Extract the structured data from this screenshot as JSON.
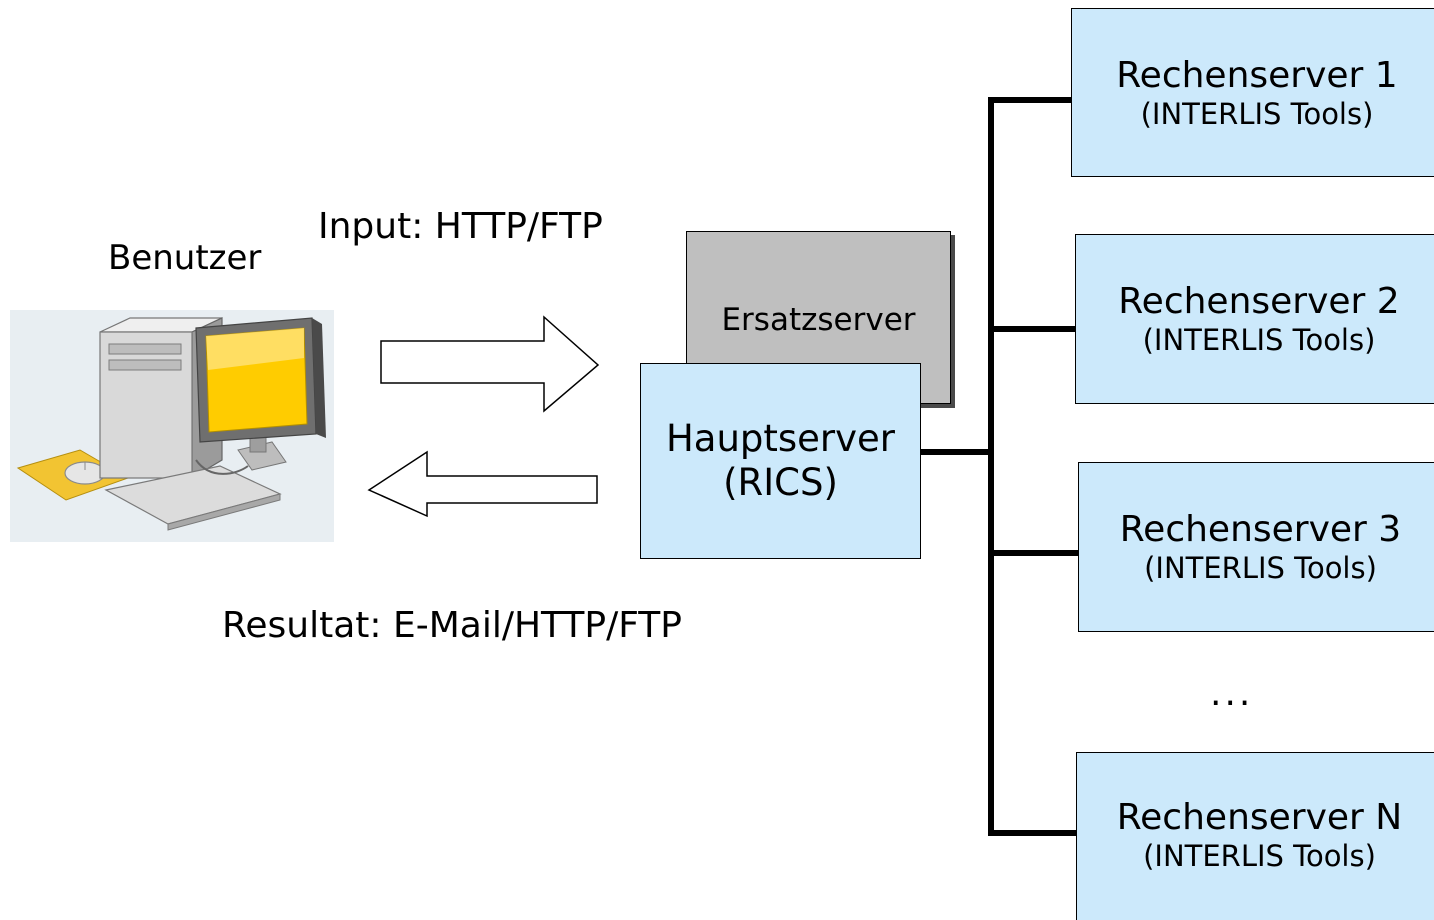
{
  "labels": {
    "user": "Benutzer",
    "input": "Input: HTTP/FTP",
    "result": "Resultat: E-Mail/HTTP/FTP",
    "ellipsis": "..."
  },
  "backup_server": {
    "label": "Ersatzserver"
  },
  "main_server": {
    "line1": "Hauptserver",
    "line2": "(RICS)"
  },
  "compute_servers": [
    {
      "line1": "Rechenserver 1",
      "line2": "(INTERLIS Tools)"
    },
    {
      "line1": "Rechenserver 2",
      "line2": "(INTERLIS Tools)"
    },
    {
      "line1": "Rechenserver 3",
      "line2": "(INTERLIS Tools)"
    },
    {
      "line1": "Rechenserver N",
      "line2": "(INTERLIS Tools)"
    }
  ],
  "icons": {
    "computer": "desktop-computer-icon"
  },
  "colors": {
    "server_fill": "#cce9fb",
    "backup_fill": "#bfbfbf",
    "monitor_screen": "#ffcc00"
  }
}
